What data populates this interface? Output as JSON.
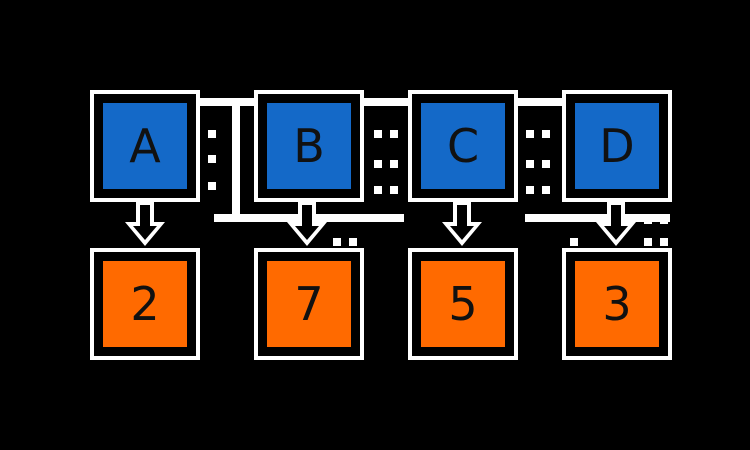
{
  "colors": {
    "background": "#000000",
    "frame": "#ffffff",
    "top_fill": "#1469c8",
    "bottom_fill": "#ff6a00",
    "text": "#111111"
  },
  "top_row": [
    {
      "label": "A"
    },
    {
      "label": "B"
    },
    {
      "label": "C"
    },
    {
      "label": "D"
    }
  ],
  "bottom_row": [
    {
      "label": "2"
    },
    {
      "label": "7"
    },
    {
      "label": "5"
    },
    {
      "label": "3"
    }
  ],
  "arrow_icon": "down-arrow-icon"
}
